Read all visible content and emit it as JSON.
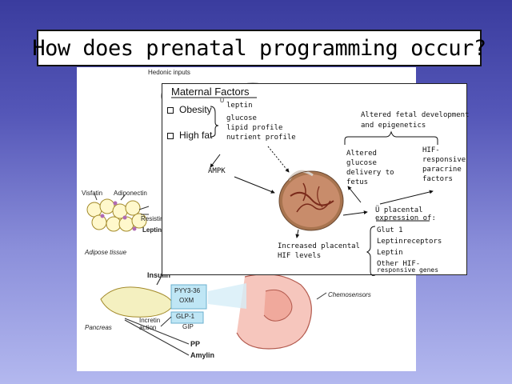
{
  "title": "How does prenatal programming occur?",
  "background_figure": {
    "hedonic_inputs": "Hedonic inputs",
    "visfatin": "Visfatin",
    "adiponectin": "Adiponectin",
    "resistin": "Resistin",
    "leptin": "Leptin",
    "adipose_tissue": "Adipose tissue",
    "insulin": "Insulin",
    "pyy": "PYY3-36",
    "oxm": "OXM",
    "glp1": "GLP-1",
    "gip": "GIP",
    "incretin_action": "Incretin\naction",
    "pancreas": "Pancreas",
    "pp": "PP",
    "amylin": "Amylin",
    "chemosensors": "Chemosensors"
  },
  "overlay": {
    "heading": "Maternal Factors",
    "obesity": "Obesity",
    "high_fat": "High fat",
    "caret": "Ü",
    "leptin": "leptin",
    "glucose": "glucose",
    "lipid_profile": "lipid profile",
    "nutrient_profile": "nutrient profile",
    "altered_dev_line1": "Altered fetal development",
    "altered_dev_line2": "and epigenetics",
    "ampk": "AMPK",
    "altered_glucose": [
      "Altered",
      "glucose",
      "delivery to",
      "fetus"
    ],
    "hif_paracrine": [
      "HIF-",
      "responsive",
      "paracrine",
      "factors"
    ],
    "placental_expression_line1": "Ü placental",
    "placental_expression_line2": "expression of:",
    "glut1": "Glut 1",
    "leptinreceptors": "Leptinreceptors",
    "leptin2": "Leptin",
    "other_hif": "Other HIF-",
    "responsive_genes": "responsive genes",
    "increased_hif_line1": "Increased placental",
    "increased_hif_line2": "HIF levels"
  },
  "colors": {
    "slide_bg_top": "#3a3c9e",
    "slide_bg_bottom": "#b3b8ef",
    "pyy_box": "#bfe6f5",
    "glp_box": "#bfe6f5"
  }
}
